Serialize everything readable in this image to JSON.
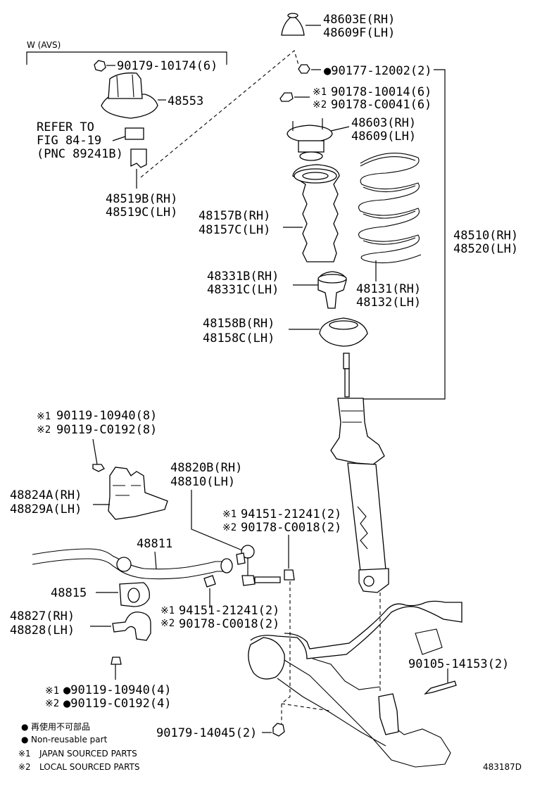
{
  "diagram_id": "483187D",
  "avs_group": {
    "label": "W (AVS)"
  },
  "labels": {
    "p48603E": "48603E(RH)",
    "p48609F": "48609F(LH)",
    "p90179_10174": "90179-10174(6)",
    "p48553": "48553",
    "refer_line1": "REFER TO",
    "refer_line2": "FIG 84-19",
    "refer_line3": "(PNC 89241B)",
    "p48519B": "48519B(RH)",
    "p48519C": "48519C(LH)",
    "p90177_12002": "90177-12002(2)",
    "p90178_10014": "90178-10014(6)",
    "p90178_C0041": "90178-C0041(6)",
    "p48603": "48603(RH)",
    "p48609": "48609(LH)",
    "p48157B": "48157B(RH)",
    "p48157C": "48157C(LH)",
    "p48510": "48510(RH)",
    "p48520": "48520(LH)",
    "p48331B": "48331B(RH)",
    "p48331C": "48331C(LH)",
    "p48131": "48131(RH)",
    "p48132": "48132(LH)",
    "p48158B": "48158B(RH)",
    "p48158C": "48158C(LH)",
    "p90119_10940_8": "90119-10940(8)",
    "p90119_C0192_8": "90119-C0192(8)",
    "p48820B": "48820B(RH)",
    "p48810": "48810(LH)",
    "p48824A": "48824A(RH)",
    "p48829A": "48829A(LH)",
    "p94151_upper": "94151-21241(2)",
    "p90178_C0018_upper": "90178-C0018(2)",
    "p48811": "48811",
    "p48815": "48815",
    "p48827": "48827(RH)",
    "p48828": "48828(LH)",
    "p94151_lower": "94151-21241(2)",
    "p90178_C0018_lower": "90178-C0018(2)",
    "p90105_14153": "90105-14153(2)",
    "p90119_10940_4": "90119-10940(4)",
    "p90119_C0192_4": "90119-C0192(4)",
    "p90179_14045": "90179-14045(2)"
  },
  "marks": {
    "ref1": "※1",
    "ref2": "※2",
    "bullet": "●"
  },
  "legend": {
    "nonreusable_jp": "再使用不可部品",
    "nonreusable_en": "Non-reusable part",
    "note1": "JAPAN SOURCED PARTS",
    "note2": "LOCAL SOURCED PARTS"
  }
}
